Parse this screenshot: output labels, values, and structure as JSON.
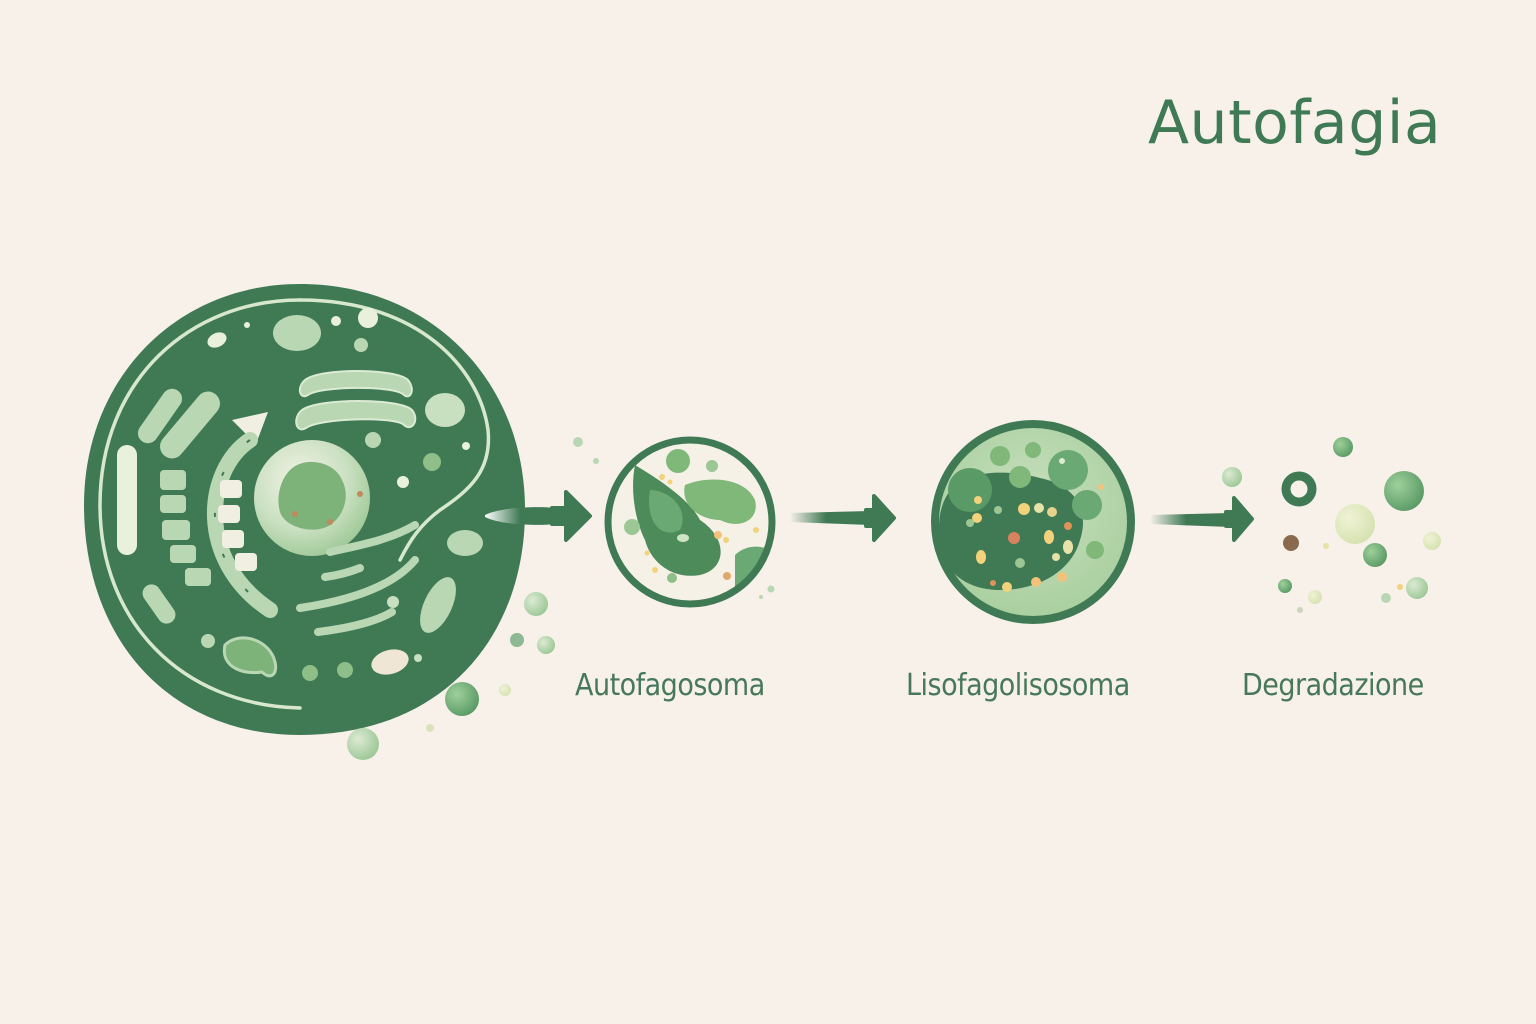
{
  "title": "Autofagia",
  "stages": [
    {
      "id": "cell",
      "label": ""
    },
    {
      "id": "autophagosome",
      "label": "Autofagosoma"
    },
    {
      "id": "autolysosome",
      "label": "Lisofagolisosoma"
    },
    {
      "id": "degradation",
      "label": "Degradazione"
    }
  ],
  "arrows": [
    {
      "from": "cell",
      "to": "autophagosome",
      "icon": "arrow-right-icon"
    },
    {
      "from": "autophagosome",
      "to": "autolysosome",
      "icon": "arrow-right-icon"
    },
    {
      "from": "autolysosome",
      "to": "degradation",
      "icon": "arrow-right-icon"
    }
  ],
  "colors": {
    "background": "#f7f1ea",
    "dark_green": "#3f7a55",
    "mid_green": "#6aa874",
    "light_green": "#b9d7b3",
    "pale": "#dcebd3",
    "accent_yellow": "#f2d27a",
    "accent_orange": "#e0925a",
    "accent_brown": "#8a6a4e"
  }
}
